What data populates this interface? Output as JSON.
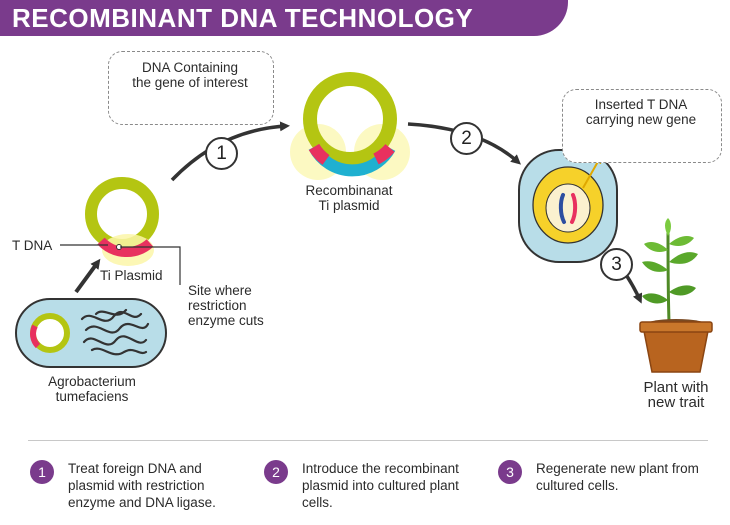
{
  "title": "RECOMBINANT DNA TECHNOLOGY",
  "labels": {
    "dna_gene": "DNA Containing\nthe gene of interest",
    "recombinant": "Recombinanat\nTi plasmid",
    "inserted": "Inserted T DNA\ncarrying new gene",
    "t_dna": "T DNA",
    "ti_plasmid": "Ti Plasmid",
    "site": "Site where\nrestriction\nenzyme cuts",
    "agro": "Agrobacterium\ntumefaciens",
    "plant": "Plant with\nnew trait"
  },
  "step_numbers": [
    "1",
    "2",
    "3"
  ],
  "legend": [
    {
      "num": "1",
      "text": "Treat foreign DNA and\nplasmid with restriction\nenzyme and DNA ligase."
    },
    {
      "num": "2",
      "text": "Introduce the recombinant\nplasmid into cultured plant\ncells."
    },
    {
      "num": "3",
      "text": "Regenerate new plant from\ncultured cells."
    }
  ],
  "colors": {
    "brand": "#7a3b8c",
    "plasmid": "#b4c512",
    "t_dna": "#e8315f",
    "gene": "#1fb0d0",
    "gene_end": "#eef02a",
    "pot": "#b8641f"
  }
}
